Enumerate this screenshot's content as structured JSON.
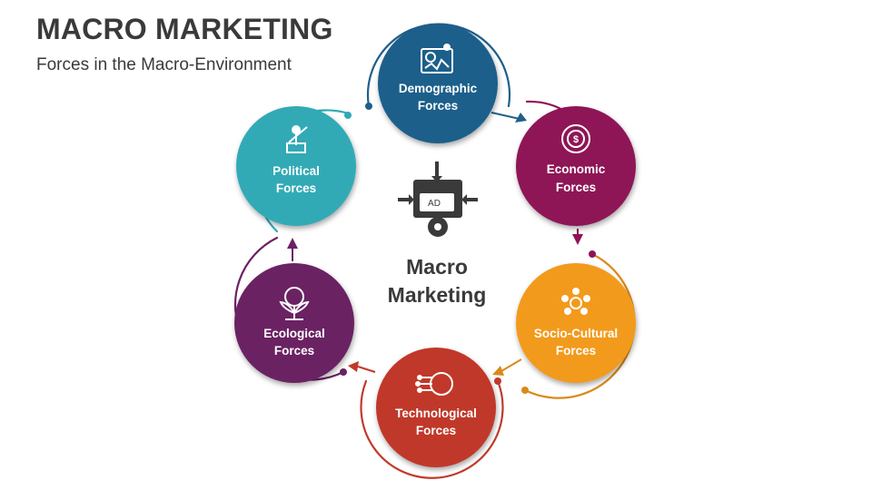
{
  "header": {
    "title": "MACRO MARKETING",
    "subtitle": "Forces in the Macro-Environment"
  },
  "center": {
    "line1": "Macro",
    "line2": "Marketing",
    "icon": "ad-gear-icon"
  },
  "forces": [
    {
      "id": "demographic",
      "line1": "Demographic",
      "line2": "Forces",
      "color": "#1f5f8b",
      "icon": "demographic-chart-icon"
    },
    {
      "id": "economic",
      "line1": "Economic",
      "line2": "Forces",
      "color": "#8e1456",
      "icon": "money-globe-gear-icon"
    },
    {
      "id": "socio-cultural",
      "line1": "Socio-Cultural",
      "line2": "Forces",
      "color": "#f29a1f",
      "icon": "people-circle-icon"
    },
    {
      "id": "technological",
      "line1": "Technological",
      "line2": "Forces",
      "color": "#c0392b",
      "icon": "circuit-gear-icon"
    },
    {
      "id": "ecological",
      "line1": "Ecological",
      "line2": "Forces",
      "color": "#6b2163",
      "icon": "plant-globe-icon"
    },
    {
      "id": "political",
      "line1": "Political",
      "line2": "Forces",
      "color": "#30aab6",
      "icon": "politician-podium-icon"
    }
  ],
  "arc_colors": {
    "demographic": "#1f5f8b",
    "economic": "#8e1456",
    "socio-cultural": "#d98a1a",
    "technological": "#c0392b",
    "ecological": "#6b2163",
    "political": "#30aab6"
  }
}
